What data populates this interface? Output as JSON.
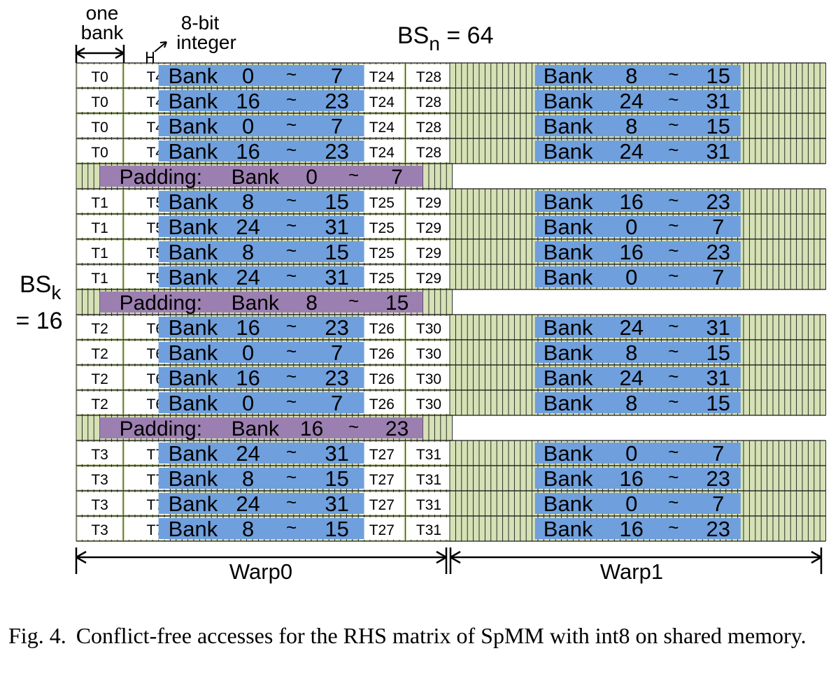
{
  "header": {
    "one_bank": [
      "one",
      "bank"
    ],
    "bit_label": [
      "8-bit",
      "integer"
    ],
    "bsn": {
      "base": "BS",
      "sub": "n",
      "rest": " = 64"
    },
    "bsk": {
      "base": "BS",
      "sub": "k",
      "rest": "= 16"
    }
  },
  "warps": [
    "Warp0",
    "Warp1"
  ],
  "bank_word": "Bank",
  "padding_word": "Padding:",
  "tilde": "~",
  "groups": [
    {
      "threads": [
        "T0",
        "T4",
        "T24",
        "T28"
      ],
      "padding": null,
      "warp0_banks": [
        [
          "0",
          "7"
        ],
        [
          "16",
          "23"
        ],
        [
          "0",
          "7"
        ],
        [
          "16",
          "23"
        ]
      ],
      "warp1_banks": [
        [
          "8",
          "15"
        ],
        [
          "24",
          "31"
        ],
        [
          "8",
          "15"
        ],
        [
          "24",
          "31"
        ]
      ]
    },
    {
      "threads": [
        "T1",
        "T5",
        "T25",
        "T29"
      ],
      "padding": [
        "0",
        "7"
      ],
      "warp0_banks": [
        [
          "8",
          "15"
        ],
        [
          "24",
          "31"
        ],
        [
          "8",
          "15"
        ],
        [
          "24",
          "31"
        ]
      ],
      "warp1_banks": [
        [
          "16",
          "23"
        ],
        [
          "0",
          "7"
        ],
        [
          "16",
          "23"
        ],
        [
          "0",
          "7"
        ]
      ]
    },
    {
      "threads": [
        "T2",
        "T6",
        "T26",
        "T30"
      ],
      "padding": [
        "8",
        "15"
      ],
      "warp0_banks": [
        [
          "16",
          "23"
        ],
        [
          "0",
          "7"
        ],
        [
          "16",
          "23"
        ],
        [
          "0",
          "7"
        ]
      ],
      "warp1_banks": [
        [
          "24",
          "31"
        ],
        [
          "8",
          "15"
        ],
        [
          "24",
          "31"
        ],
        [
          "8",
          "15"
        ]
      ]
    },
    {
      "threads": [
        "T3",
        "T7",
        "T27",
        "T31"
      ],
      "padding": [
        "16",
        "23"
      ],
      "warp0_banks": [
        [
          "24",
          "31"
        ],
        [
          "8",
          "15"
        ],
        [
          "24",
          "31"
        ],
        [
          "8",
          "15"
        ]
      ],
      "warp1_banks": [
        [
          "0",
          "7"
        ],
        [
          "16",
          "23"
        ],
        [
          "0",
          "7"
        ],
        [
          "16",
          "23"
        ]
      ]
    }
  ],
  "colors": {
    "cell": "#d6e1b6",
    "thread_cell": "#ffffff",
    "bank_bar": "#6f9fdc",
    "padding_bar": "#9c7fb1",
    "grid_line": "#1a1a1a"
  },
  "caption": {
    "label": "Fig. 4.",
    "text": "Conflict-free accesses for the RHS matrix of SpMM with int8 on shared memory."
  }
}
